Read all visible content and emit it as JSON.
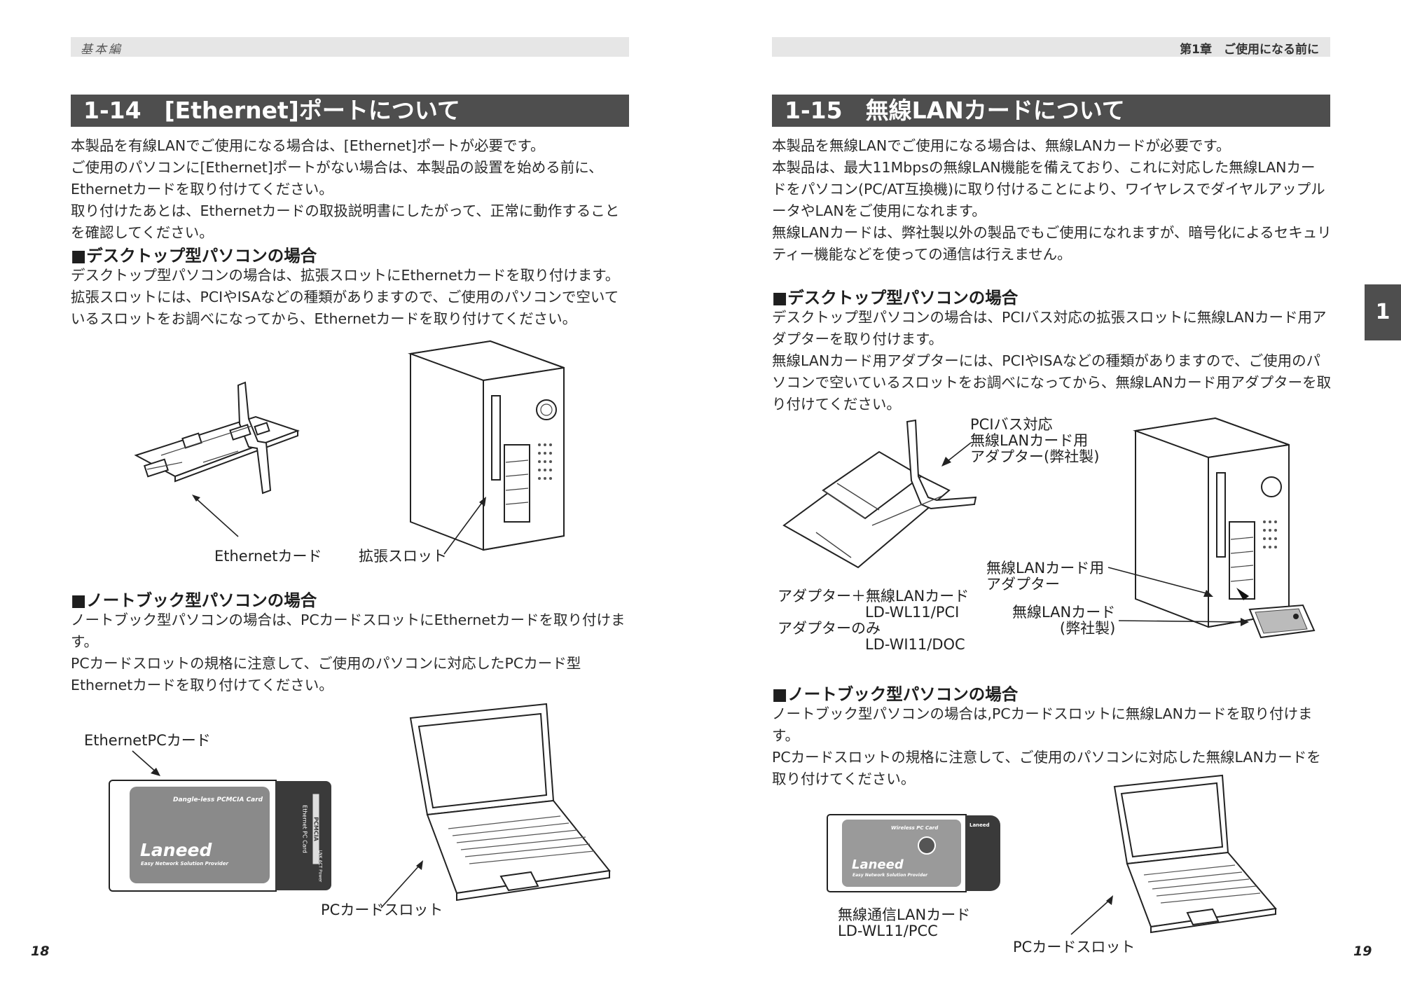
{
  "left_page": {
    "header": "基本編",
    "section_title": "1-14　[Ethernet]ポートについて",
    "intro": [
      "本製品を有線LANでご使用になる場合は、[Ethernet]ポートが必要です。",
      "ご使用のパソコンに[Ethernet]ポートがない場合は、本製品の設置を始める前に、",
      "Ethernetカードを取り付けてください。",
      "取り付けたあとは、Ethernetカードの取扱説明書にしたがって、正常に動作すること",
      "を確認してください。"
    ],
    "desktop": {
      "heading": "■デスクトップ型パソコンの場合",
      "lines": [
        "デスクトップ型パソコンの場合は、拡張スロットにEthernetカードを取り付けます。",
        "拡張スロットには、PCIやISAなどの種類がありますので、ご使用のパソコンで空いて",
        "いるスロットをお調べになってから、Ethernetカードを取り付けてください。"
      ],
      "label_card": "Ethernetカード",
      "label_slot": "拡張スロット"
    },
    "notebook": {
      "heading": "■ノートブック型パソコンの場合",
      "lines": [
        "ノートブック型パソコンの場合は、PCカードスロットにEthernetカードを取り付けま",
        "す。",
        "PCカードスロットの規格に注意して、ご使用のパソコンに対応したPCカード型",
        "Ethernetカードを取り付けてください。"
      ],
      "label_card": "EthernetPCカード",
      "label_slot": "PCカードスロット",
      "card_top_text": "Dangle-less PCMCIA Card",
      "card_brand": "Laneed",
      "card_tagline": "Easy Network Solution Provider",
      "card_side_text": "Ethernet PC Card",
      "card_side_sub": "PCMCIA",
      "card_side_label": "LNK ACT Power"
    },
    "page_number": "18"
  },
  "right_page": {
    "header": "第1章　ご使用になる前に",
    "section_title": "1-15　無線LANカードについて",
    "intro": [
      "本製品を無線LANでご使用になる場合は、無線LANカードが必要です。",
      "本製品は、最大11Mbpsの無線LAN機能を備えており、これに対応した無線LANカー",
      "ドをパソコン(PC/AT互換機)に取り付けることにより、ワイヤレスでダイヤルアップル",
      "ータやLANをご使用になれます。",
      "無線LANカードは、弊社製以外の製品でもご使用になれますが、暗号化によるセキュリ",
      "ティー機能などを使っての通信は行えません。"
    ],
    "desktop": {
      "heading": "■デスクトップ型パソコンの場合",
      "lines": [
        "デスクトップ型パソコンの場合は、PCIバス対応の拡張スロットに無線LANカード用ア",
        "ダプターを取り付けます。",
        "無線LANカード用アダプターには、PCIやISAなどの種類がありますので、ご使用のパ",
        "ソコンで空いているスロットをお調べになってから、無線LANカード用アダプターを取",
        "り付けてください。"
      ],
      "label_adapter_lines": [
        "PCIバス対応",
        "無線LANカード用",
        "アダプター(弊社製)"
      ],
      "label_adapter2_lines": [
        "無線LANカード用",
        "アダプター"
      ],
      "label_card_lines": [
        "無線LANカード",
        "(弊社製)"
      ],
      "label_models_lines": [
        "アダプター＋無線LANカード",
        "LD-WL11/PCI",
        "アダプターのみ",
        "LD-WI11/DOC"
      ]
    },
    "notebook": {
      "heading": "■ノートブック型パソコンの場合",
      "lines": [
        "ノートブック型パソコンの場合は,PCカードスロットに無線LANカードを取り付けます。",
        "PCカードスロットの規格に注意して、ご使用のパソコンに対応した無線LANカードを",
        "取り付けてください。"
      ],
      "label_card_lines": [
        "無線通信LANカード",
        "LD-WL11/PCC"
      ],
      "label_slot": "PCカードスロット",
      "card_top_text": "Wireless PC Card",
      "card_brand": "Laneed",
      "card_tagline": "Easy Network Solution Provider",
      "card_side_text": "Laneed"
    },
    "side_tab": "1",
    "page_number": "19"
  }
}
